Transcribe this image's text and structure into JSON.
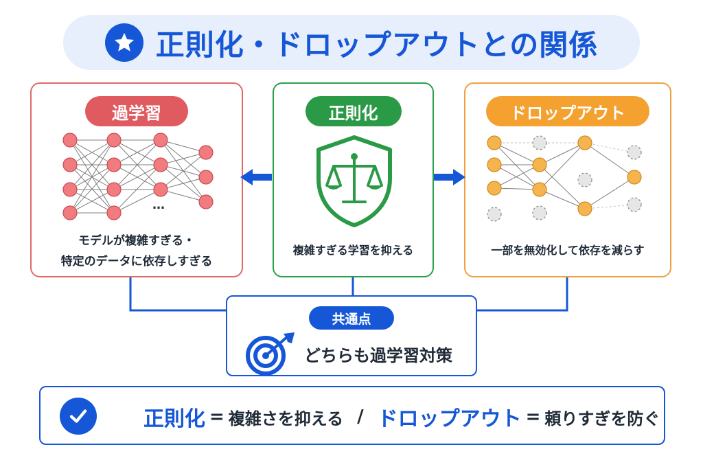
{
  "title": "正則化・ドロップアウトとの関係",
  "title_icon": "star-icon",
  "cards": {
    "overfitting": {
      "label": "過学習",
      "desc_line1": "モデルが複雑すぎる・",
      "desc_line2": "特定のデータに依存しすぎる",
      "ellipsis": "…",
      "color": "#e05b60"
    },
    "regularization": {
      "label": "正則化",
      "icon": "shield-scale-icon",
      "desc": "複雑すぎる学習を抑える",
      "color": "#2a9a46"
    },
    "dropout": {
      "label": "ドロップアウト",
      "desc": "一部を無効化して依存を減らす",
      "color": "#f4a12f"
    }
  },
  "common": {
    "label": "共通点",
    "icon": "target-icon",
    "text": "どちらも過学習対策"
  },
  "summary": {
    "icon": "check-icon",
    "term1": "正則化",
    "eq1": "=",
    "def1": "複雑さを抑える",
    "separator": "/",
    "term2": "ドロップアウト",
    "eq2": "=",
    "def2": "頼りすぎを防ぐ"
  },
  "colors": {
    "accent": "#1557d6",
    "overfitting": "#e05b60",
    "regularization": "#2a9a46",
    "dropout": "#f4a12f"
  }
}
